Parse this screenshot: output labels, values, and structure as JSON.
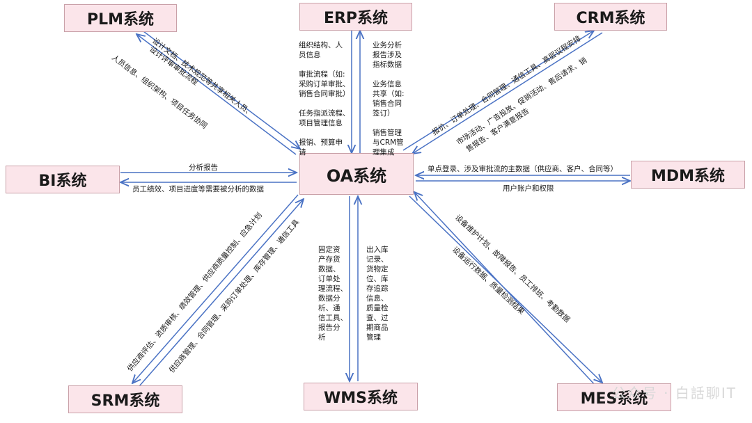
{
  "nodes": {
    "plm": "PLM系统",
    "erp": "ERP系统",
    "crm": "CRM系统",
    "bi": "BI系统",
    "oa": "OA系统",
    "mdm": "MDM系统",
    "srm": "SRM系统",
    "wms": "WMS系统",
    "mes": "MES系统"
  },
  "labels": {
    "plm_1a": "设计文档、技术规范等共享相关人员、",
    "plm_1b": "设计评审审批流程",
    "plm_2": "人员信息、组织架构、项目任务协同",
    "erp_left": "组织结构、人\n员信息\n\n审批流程（如:\n采购订单审批、\n销售合同审批）\n\n任务指派流程、\n项目管理信息\n\n报销、预算申\n请",
    "erp_right": "业务分析\n报告涉及\n指标数据\n\n业务信息\n共享（如:\n销售合同\n签订）\n\n销售管理\n与CRM管\n理集成",
    "crm_1": "报价、订单处理、合同管理、通信工具、高层议程安排",
    "crm_2a": "市场活动、广告投放、促销活动、售后请求、销",
    "crm_2b": "售报告、客户满意报告",
    "bi_1": "分析报告",
    "bi_2": "员工绩效、项目进度等需要被分析的数据",
    "mdm_1": "单点登录、涉及审批流的主数据（供应商、客户、合同等）",
    "mdm_2": "用户账户和权限",
    "srm_1": "供应商评估、资质审核、绩效管理、供应商质量控制、应急计划",
    "srm_2": "供应商管理、合同管理、采购订单处理、库存管理、通信工具",
    "wms_left": "固定资\n产存货\n数据、\n订单处\n理流程、\n数据分\n析、通\n信工具、\n报告分\n析",
    "wms_right": "出入库\n记录、\n货物定\n位、库\n存追踪\n信息、\n质量检\n查、过\n期商品\n管理",
    "mes_1": "设备维护计划、故障报告、员工排班、考勤数据",
    "mes_2": "设备运行数据、质量检测结果"
  },
  "watermark": "公众号 · 白話聊IT",
  "colors": {
    "line": "#4a72c4",
    "node_fill": "#fbe5ea",
    "node_border": "#c9a0a8"
  }
}
